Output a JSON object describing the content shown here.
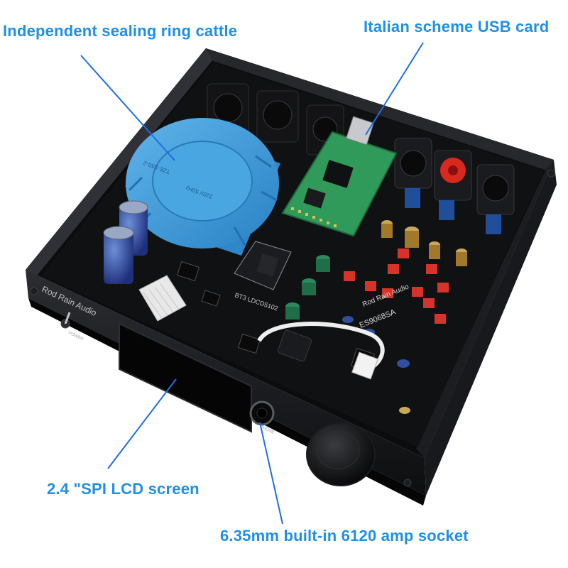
{
  "callouts": {
    "transformer": "Independent sealing ring cattle",
    "usb_card": "Italian scheme USB card",
    "lcd": "2.4 \"SPI LCD screen",
    "socket": "6.35mm built-in 6120 amp socket"
  },
  "device_text": {
    "brand_front": "Rod Rain Audio",
    "power_label": "POWER",
    "phone_label": "PHONE",
    "board_brand": "Rod Rain Audio",
    "board_chip": "ES9068SA",
    "bt_module": "BT3 LDCD5102"
  },
  "colors": {
    "callout_text": "#1f8fe8",
    "callout_line": "#1f6fe0",
    "transformer": "#3a9ad8",
    "pcb": "#0e0f10",
    "usb_board": "#2f9a5a",
    "chassis": "#111214"
  }
}
